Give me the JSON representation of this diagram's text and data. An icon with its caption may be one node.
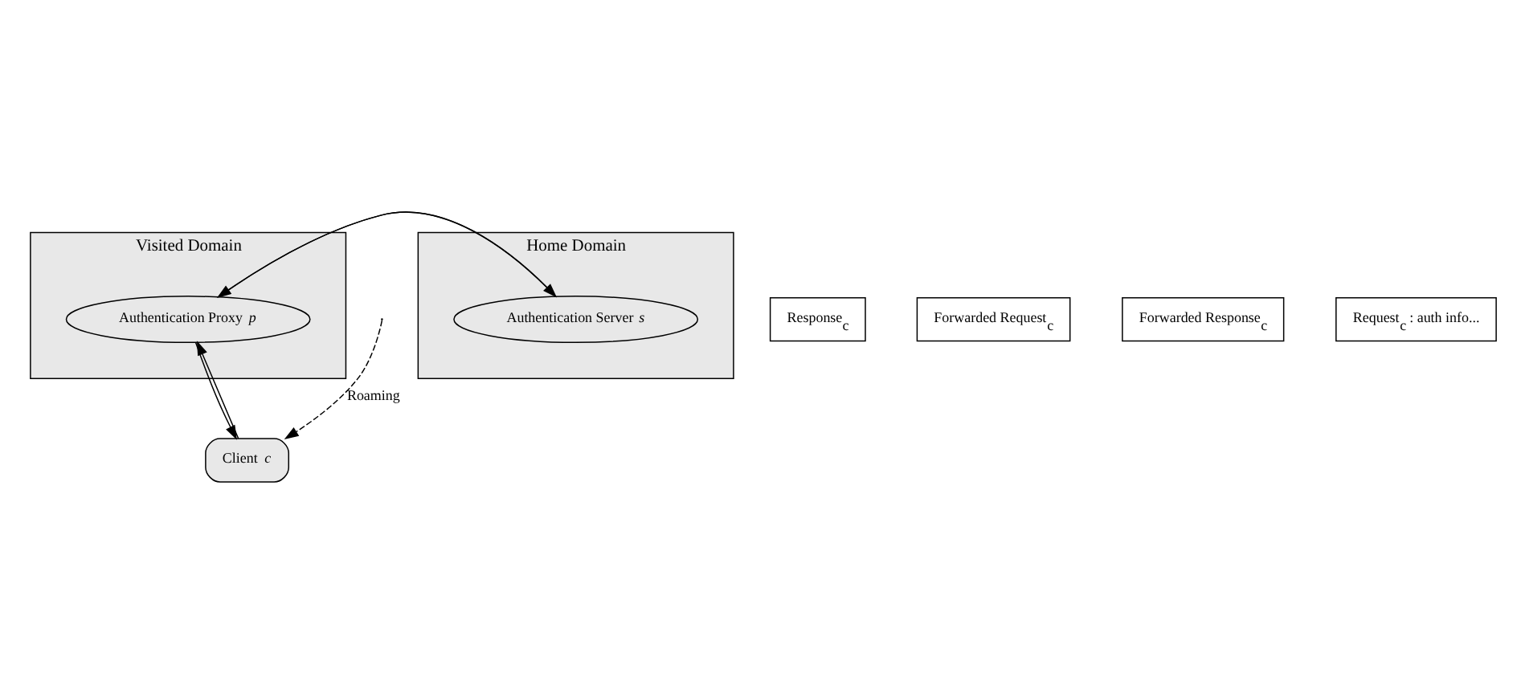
{
  "diagram": {
    "nodes": [
      {
        "text": [
          "Visited Domain"
        ]
      },
      {
        "text": [
          "Authentication Proxy *p*"
        ],
        "in": 0
      },
      {
        "text": [
          "Home Domain"
        ]
      },
      {
        "text": [
          "Authentication Server *s*"
        ],
        "in": 2
      },
      {
        "text": [
          "Client *c*"
        ]
      },
      {
        "text": [
          "Response$_{c}$"
        ]
      },
      {
        "text": [
          "Forwarded Request$_{c}$"
        ]
      },
      {
        "text": [
          "Forwarded Response$_{c}$"
        ]
      },
      {
        "text": [
          "Request$_{c}$ : auth info..."
        ]
      }
    ],
    "edges": [
      {
        "from": 3,
        "to": 1,
        "arrow": "to"
      },
      {
        "from": 1,
        "to": 3,
        "arrow": "to"
      },
      {
        "from": 1,
        "to": 4,
        "arrow": "to"
      },
      {
        "from": 4,
        "to": 1,
        "arrow": "to"
      },
      {
        "from": null,
        "to": 4,
        "arrow": "to",
        "style": "dashed",
        "label": "Roaming"
      }
    ]
  }
}
